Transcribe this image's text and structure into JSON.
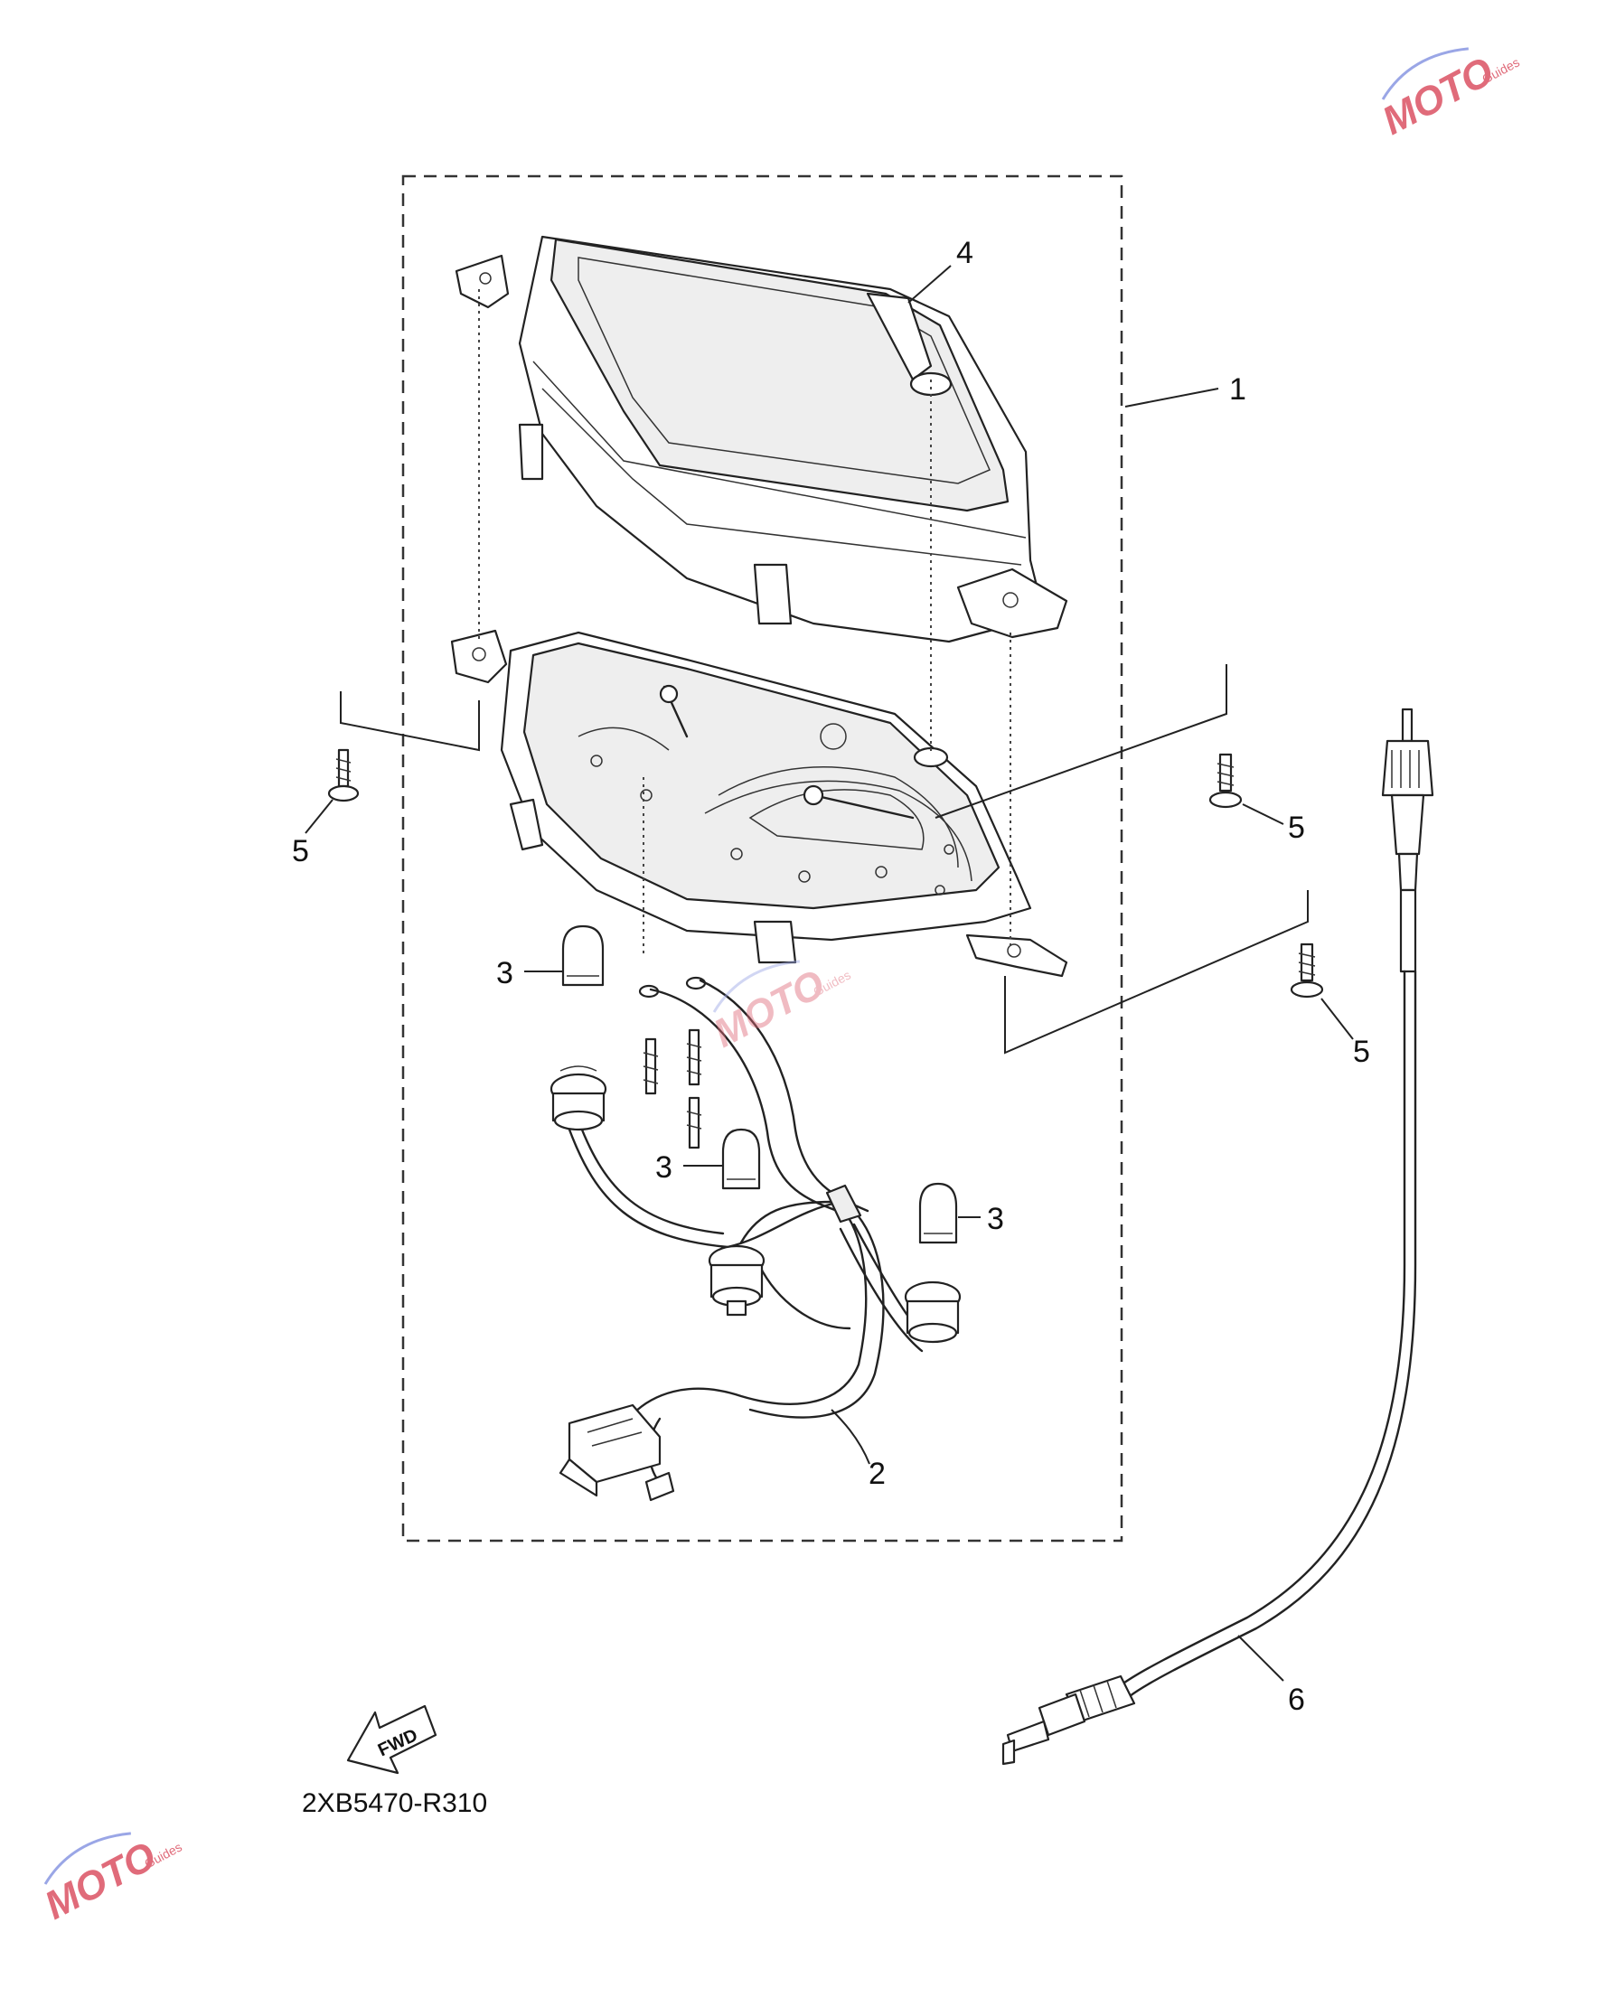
{
  "callouts": [
    {
      "id": "1",
      "label": "1"
    },
    {
      "id": "2",
      "label": "2"
    },
    {
      "id": "3a",
      "label": "3"
    },
    {
      "id": "3b",
      "label": "3"
    },
    {
      "id": "3c",
      "label": "3"
    },
    {
      "id": "4",
      "label": "4"
    },
    {
      "id": "5a",
      "label": "5"
    },
    {
      "id": "5b",
      "label": "5"
    },
    {
      "id": "5c",
      "label": "5"
    },
    {
      "id": "6",
      "label": "6"
    }
  ],
  "fwd_arrow": {
    "label": "FWD"
  },
  "diagram_code": "2XB5470-R310",
  "watermark": {
    "brand": "MOTO",
    "sub": "Guides",
    "color": "#e06b7a"
  }
}
